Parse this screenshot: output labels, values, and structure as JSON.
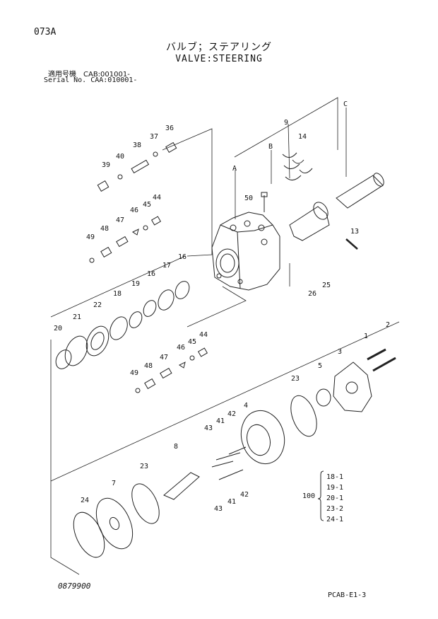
{
  "header": {
    "page_code": "073A",
    "title_jp": "バルブ；ステアリング",
    "title_en": "VALVE:STEERING",
    "serial_jp": "適用号機　CAB:001001-",
    "serial_en": "Serial No. CAA:010001-"
  },
  "footer": {
    "left_code": "0879900",
    "right_code": "PCAB-E1-3"
  },
  "callouts": {
    "c1": "1",
    "c2": "2",
    "c3": "3",
    "c4": "4",
    "c5": "5",
    "c7": "7",
    "c8": "8",
    "c9": "9",
    "c13": "13",
    "c14": "14",
    "c16a": "16",
    "c16b": "16",
    "c17": "17",
    "c18": "18",
    "c19": "19",
    "c20": "20",
    "c21": "21",
    "c22": "22",
    "c23a": "23",
    "c23b": "23",
    "c24": "24",
    "c25": "25",
    "c26": "26",
    "c36": "36",
    "c37": "37",
    "c38": "38",
    "c39": "39",
    "c40": "40",
    "c41a": "41",
    "c41b": "41",
    "c42a": "42",
    "c42b": "42",
    "c43a": "43",
    "c43b": "43",
    "c44a": "44",
    "c44b": "44",
    "c45a": "45",
    "c45b": "45",
    "c46a": "46",
    "c46b": "46",
    "c47a": "47",
    "c47b": "47",
    "c48a": "48",
    "c48b": "48",
    "c49a": "49",
    "c49b": "49",
    "c50": "50",
    "cA": "A",
    "cB": "B",
    "cC": "C"
  },
  "kit": {
    "number": "100",
    "items": [
      "18-1",
      "19-1",
      "20-1",
      "23-2",
      "24-1"
    ]
  }
}
